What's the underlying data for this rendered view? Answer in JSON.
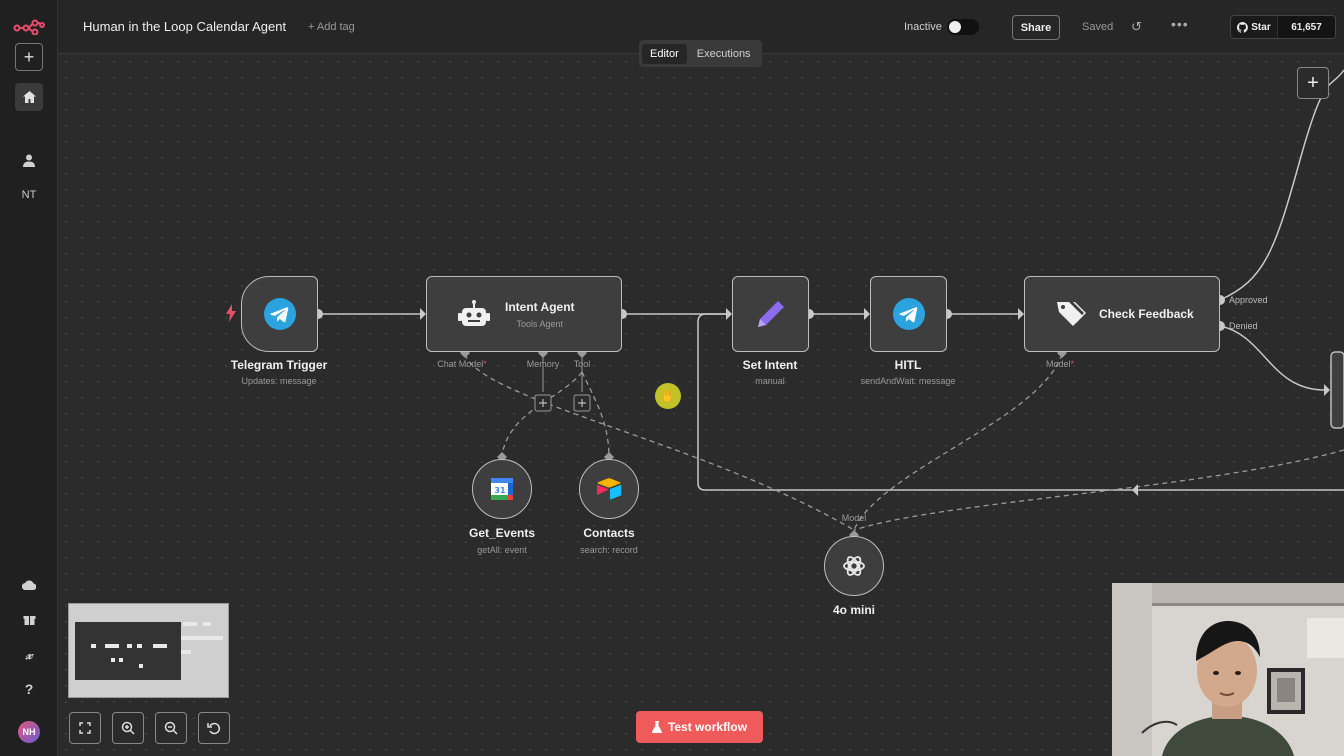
{
  "header": {
    "workflow_title": "Human in the Loop Calendar Agent",
    "add_tag": "+ Add tag",
    "status": "Inactive",
    "share": "Share",
    "saved": "Saved",
    "github_star": "Star",
    "github_count": "61,657"
  },
  "tabs": [
    "Editor",
    "Executions"
  ],
  "sidebar": {
    "initials": "NT",
    "avatar": "NH",
    "icons": [
      "logo-icon",
      "plus-icon",
      "home-icon",
      "user-icon",
      "cloud-icon",
      "gift-icon",
      "variables-icon",
      "help-icon"
    ]
  },
  "nodes": {
    "telegram_trigger": {
      "title": "Telegram Trigger",
      "subtitle": "Updates: message"
    },
    "intent_agent": {
      "title": "Intent Agent",
      "subtitle": "Tools Agent"
    },
    "set_intent": {
      "title": "Set Intent",
      "subtitle": "manual"
    },
    "hitl": {
      "title": "HITL",
      "subtitle": "sendAndWait: message"
    },
    "check_feedback": {
      "title": "Check Feedback"
    },
    "get_events": {
      "title": "Get_Events",
      "subtitle": "getAll: event"
    },
    "contacts": {
      "title": "Contacts",
      "subtitle": "search: record"
    },
    "model": {
      "title": "4o mini"
    }
  },
  "ports": {
    "chat_model": "Chat Model",
    "memory": "Memory",
    "tool": "Tool",
    "model_feedback": "Model",
    "model_input": "Model",
    "required_mark": "*"
  },
  "outputs": {
    "approved": "Approved",
    "denied": "Denied"
  },
  "footer": {
    "test_workflow": "Test workflow"
  },
  "colors": {
    "accent": "#ef5b5b",
    "telegram": "#2aa3df",
    "pencil": "#8b6cf0"
  }
}
